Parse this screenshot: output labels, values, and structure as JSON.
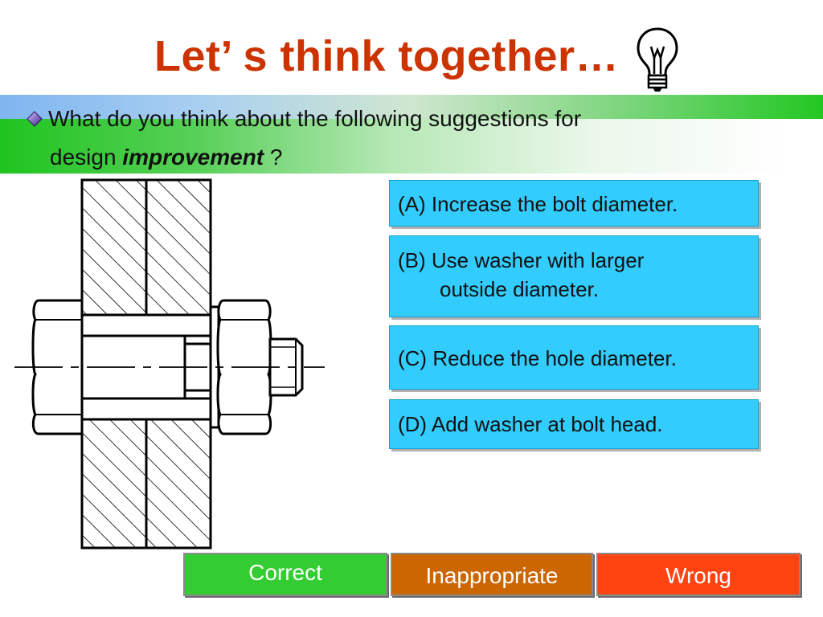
{
  "slide": {
    "title": "Let’ s think together…",
    "question_line1": "What do you think about the following suggestions for",
    "question_line2_prefix": "design ",
    "question_emphasis": "improvement",
    "question_suffix": " ?"
  },
  "options": [
    {
      "label": "(A) Increase the bolt diameter."
    },
    {
      "label_line1": "(B) Use washer with larger",
      "label_line2": "outside diameter."
    },
    {
      "label": "(C) Reduce the hole diameter."
    },
    {
      "label": "(D) Add washer at bolt head."
    }
  ],
  "answers": {
    "correct": "Correct",
    "inappropriate": "Inappropriate",
    "wrong": "Wrong"
  },
  "icons": {
    "title_icon": "lightbulb-icon",
    "bullet_icon": "diamond-bullet-icon"
  },
  "colors": {
    "title": "#cc3300",
    "option_box": "#33ccff",
    "correct": "#33cc33",
    "inappropriate": "#cc6600",
    "wrong": "#ff4411"
  }
}
